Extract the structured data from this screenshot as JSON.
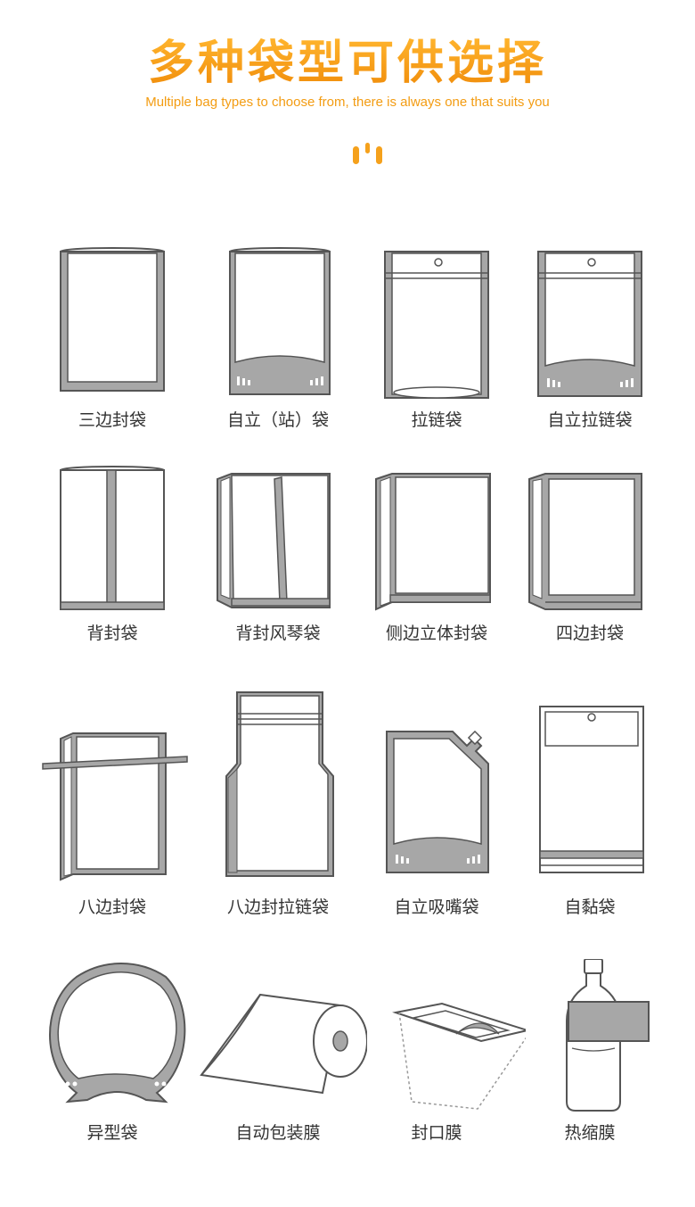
{
  "header": {
    "title": "多种袋型可供选择",
    "subtitle": "Multiple bag types to choose from, there is always one that suits you"
  },
  "colors": {
    "accent": "#f5a11c",
    "outline": "#555555",
    "fill": "#a7a7a7"
  },
  "bags": [
    {
      "label": "三边封袋",
      "icon": "three-side-seal-bag-icon"
    },
    {
      "label": "自立（站）袋",
      "icon": "stand-up-pouch-icon"
    },
    {
      "label": "拉链袋",
      "icon": "zipper-bag-icon"
    },
    {
      "label": "自立拉链袋",
      "icon": "stand-up-zipper-bag-icon"
    },
    {
      "label": "背封袋",
      "icon": "back-seal-bag-icon"
    },
    {
      "label": "背封风琴袋",
      "icon": "back-seal-gusset-bag-icon"
    },
    {
      "label": "侧边立体封袋",
      "icon": "side-gusset-bag-icon"
    },
    {
      "label": "四边封袋",
      "icon": "four-side-seal-bag-icon"
    },
    {
      "label": "八边封袋",
      "icon": "eight-side-seal-bag-icon"
    },
    {
      "label": "八边封拉链袋",
      "icon": "eight-side-zipper-bag-icon"
    },
    {
      "label": "自立吸嘴袋",
      "icon": "spout-pouch-icon"
    },
    {
      "label": "自黏袋",
      "icon": "self-adhesive-bag-icon"
    },
    {
      "label": "异型袋",
      "icon": "shaped-bag-icon"
    },
    {
      "label": "自动包装膜",
      "icon": "packaging-film-roll-icon"
    },
    {
      "label": "封口膜",
      "icon": "sealing-film-icon"
    },
    {
      "label": "热缩膜",
      "icon": "shrink-film-bottle-icon"
    }
  ]
}
